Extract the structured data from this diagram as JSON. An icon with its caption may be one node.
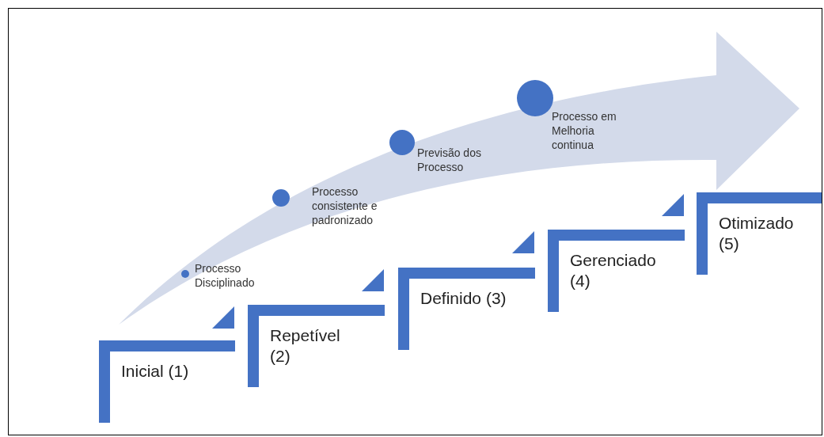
{
  "diagram": {
    "nodes": [
      {
        "text": [
          "Inicial (1)"
        ]
      },
      {
        "text": [
          "Repetível (2)"
        ]
      },
      {
        "text": [
          "Definido (3)"
        ]
      },
      {
        "text": [
          "Gerenciado (4)"
        ]
      },
      {
        "text": [
          "Otimizado (5)"
        ]
      }
    ],
    "labels": [
      "Processo Disciplinado",
      "Processo consistente e padronizado",
      "Previsão dos Processo",
      "Processo em Melhoria continua"
    ]
  }
}
